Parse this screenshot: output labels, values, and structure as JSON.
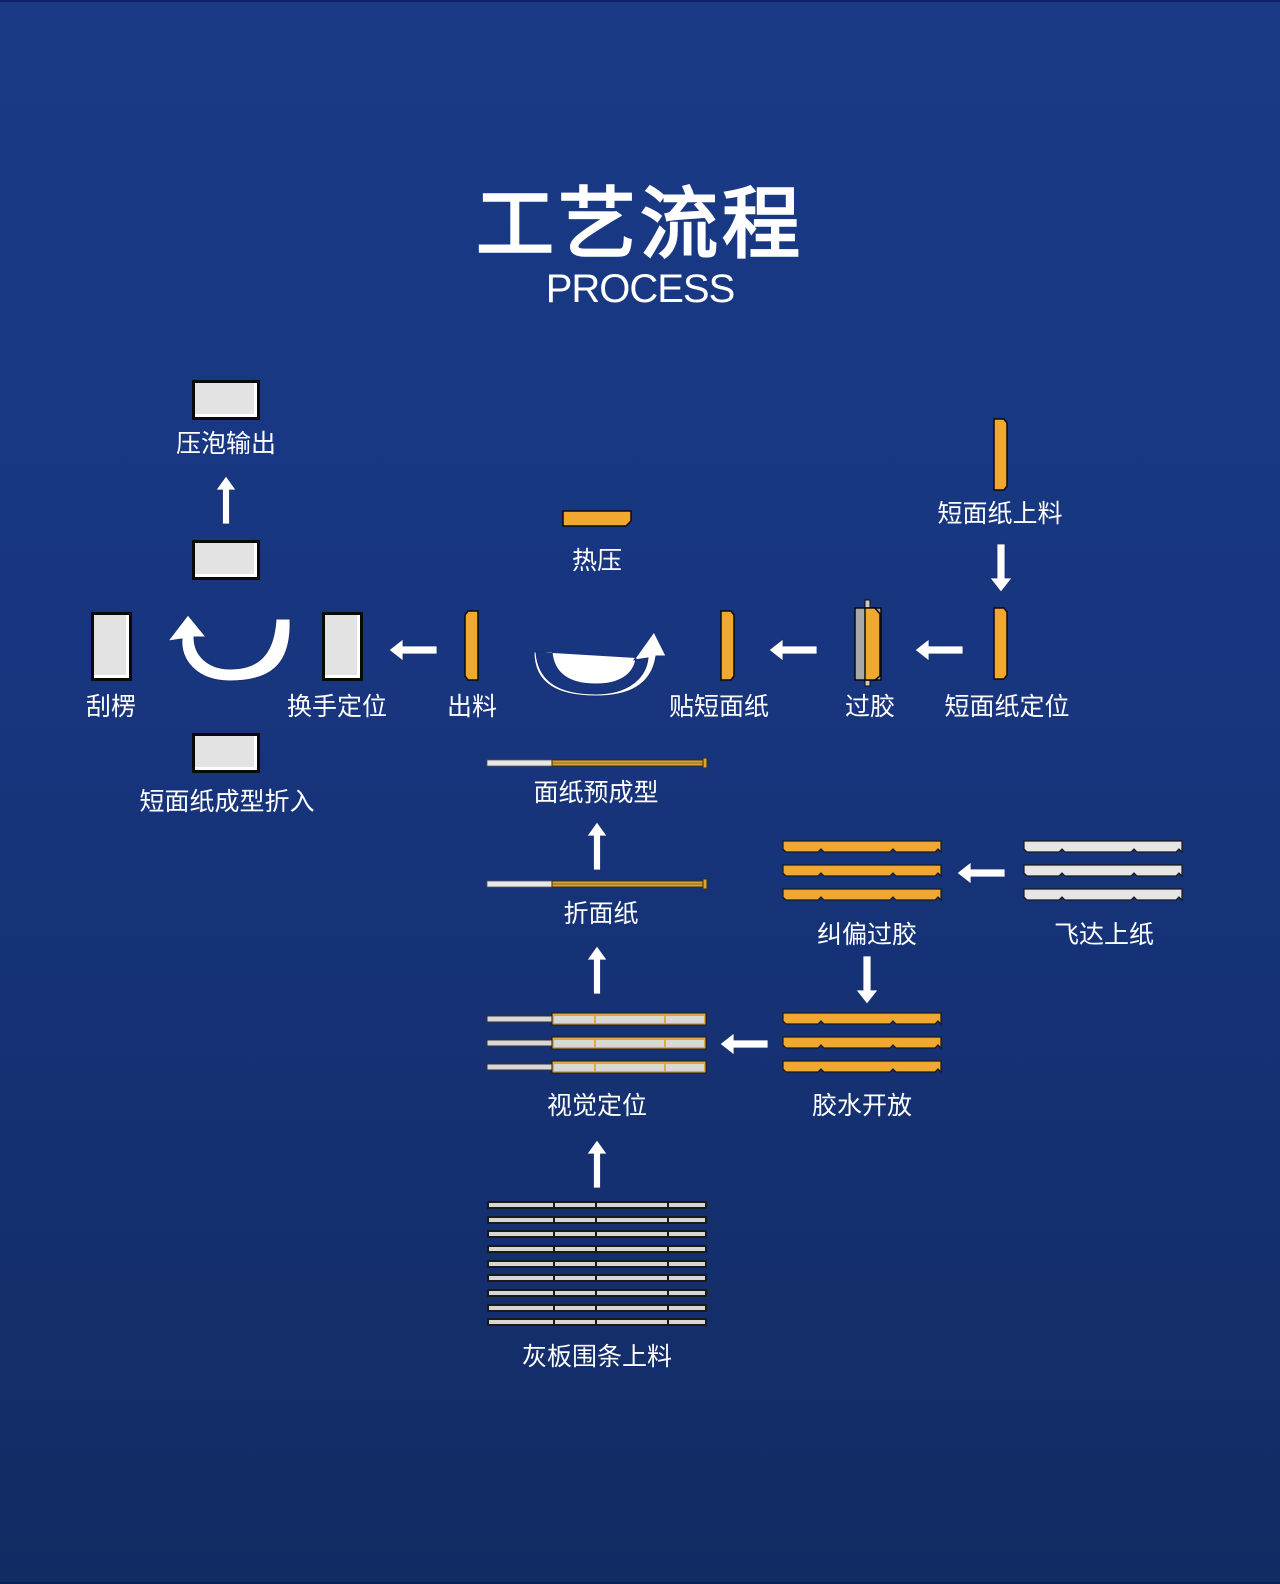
{
  "header": {
    "title": "工艺流程",
    "subtitle": "PROCESS"
  },
  "colors": {
    "background_top": "#1a3a85",
    "background_bottom": "#112b63",
    "orange": "#f0a830",
    "gray": "#e3e3e3",
    "text": "#ffffff"
  },
  "steps": {
    "press_output": "压泡输出",
    "scrape_corner": "刮楞",
    "hand_positioning": "换手定位",
    "short_paper_folding": "短面纸成型折入",
    "discharge": "出料",
    "hot_press": "热压",
    "attach_short_paper": "贴短面纸",
    "glue_pass": "过胶",
    "short_paper_positioning": "短面纸定位",
    "short_paper_loading": "短面纸上料",
    "face_paper_preform": "面纸预成型",
    "fold_face_paper": "折面纸",
    "correction_glue": "纠偏过胶",
    "feida_paper_feed": "飞达上纸",
    "visual_positioning": "视觉定位",
    "glue_open": "胶水开放",
    "greyboard_strip_loading": "灰板围条上料"
  }
}
